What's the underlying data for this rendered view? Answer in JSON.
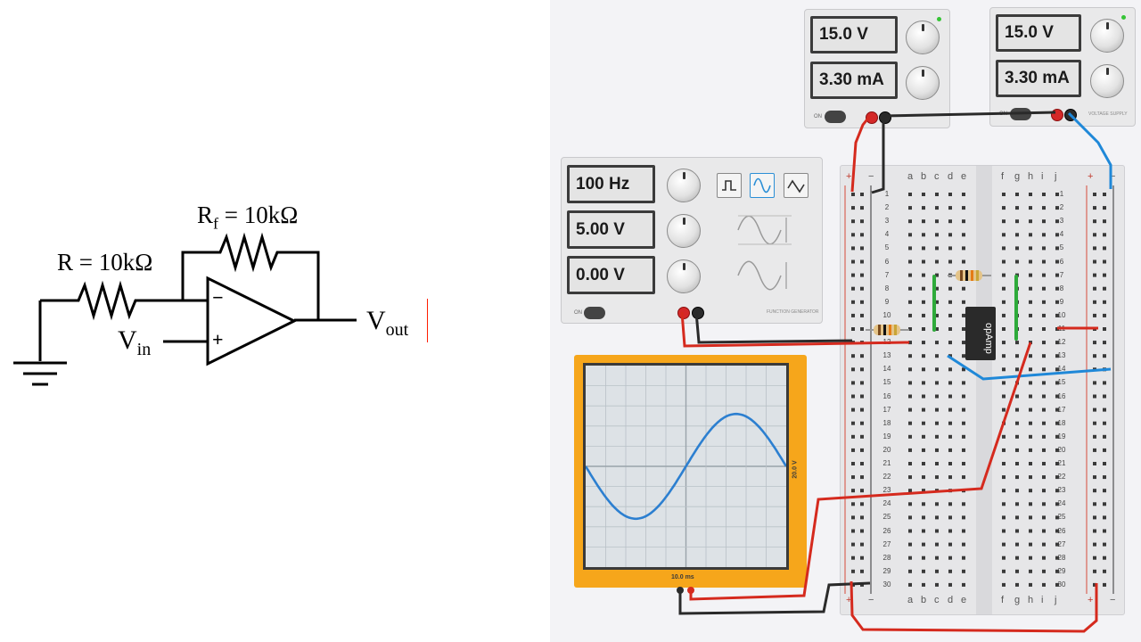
{
  "schematic": {
    "rf_label_prefix": "R",
    "rf_label_sub": "f",
    "rf_label_value": " = 10kΩ",
    "r_label": "R = 10kΩ",
    "vin_main": "V",
    "vin_sub": "in",
    "vout_main": "V",
    "vout_sub": "out",
    "minus_sign": "−",
    "plus_sign": "+"
  },
  "arrow": {
    "color": "#ff1d00"
  },
  "power_supply_1": {
    "voltage": "15.0 V",
    "current": "3.30 mA",
    "toggle_label": "ON"
  },
  "power_supply_2": {
    "voltage": "15.0 V",
    "current": "3.30 mA",
    "toggle_label": "ON",
    "brand_label": "VOLTAGE SUPPLY"
  },
  "function_generator": {
    "frequency": "100 Hz",
    "amplitude": "5.00 V",
    "offset": "0.00 V",
    "toggle_label": "ON",
    "brand_label": "FUNCTION GENERATOR",
    "waveforms": [
      "square",
      "sine",
      "triangle"
    ],
    "selected_waveform": "sine"
  },
  "oscilloscope": {
    "time_label": "10.0 ms",
    "voltage_label": "20.0 V",
    "trace_color": "#2c7fd0"
  },
  "breadboard": {
    "columns_left": [
      "a",
      "b",
      "c",
      "d",
      "e"
    ],
    "columns_right": [
      "f",
      "g",
      "h",
      "i",
      "j"
    ],
    "plus": "+",
    "minus": "−",
    "chip_label": "opAmp"
  },
  "colors": {
    "wire_red": "#d52a1e",
    "wire_black": "#2a2a2a",
    "wire_blue": "#1f88d8",
    "scope_body": "#f6a61b"
  }
}
